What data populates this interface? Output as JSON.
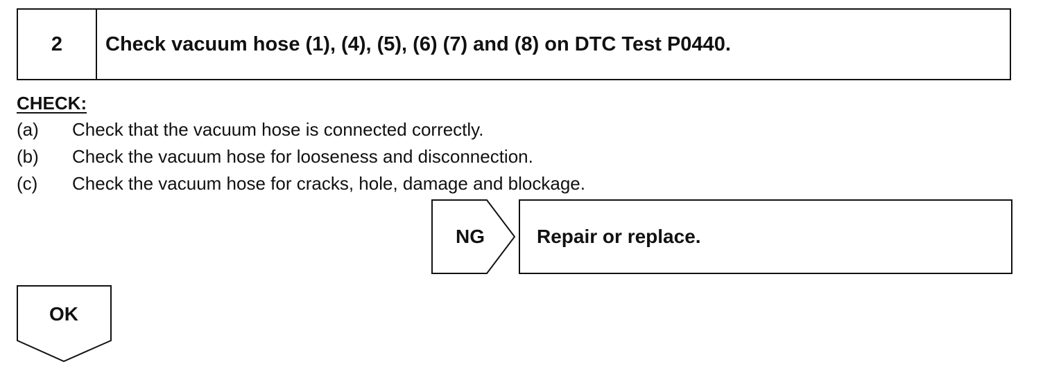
{
  "step": {
    "number": "2",
    "title": "Check vacuum hose (1), (4), (5), (6) (7) and (8) on DTC Test P0440."
  },
  "check": {
    "heading": "CHECK:",
    "items": [
      {
        "letter": "(a)",
        "text": "Check that the vacuum hose is connected correctly."
      },
      {
        "letter": "(b)",
        "text": "Check the vacuum hose for looseness and disconnection."
      },
      {
        "letter": "(c)",
        "text": "Check the vacuum hose for cracks, hole, damage and blockage."
      }
    ]
  },
  "ng": {
    "label": "NG",
    "result": "Repair or replace."
  },
  "ok": {
    "label": "OK"
  }
}
